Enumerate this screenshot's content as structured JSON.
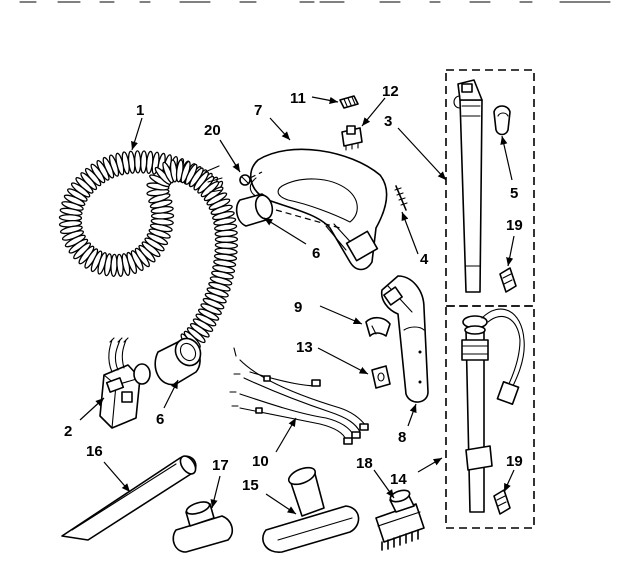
{
  "diagram": {
    "labels": {
      "l1": "1",
      "l2": "2",
      "l3": "3",
      "l4": "4",
      "l5": "5",
      "l6a": "6",
      "l6b": "6",
      "l7": "7",
      "l8": "8",
      "l9": "9",
      "l10": "10",
      "l11": "11",
      "l12": "12",
      "l13": "13",
      "l14": "14",
      "l15": "15",
      "l16": "16",
      "l17": "17",
      "l18": "18",
      "l19a": "19",
      "l19b": "19",
      "l20": "20"
    }
  }
}
